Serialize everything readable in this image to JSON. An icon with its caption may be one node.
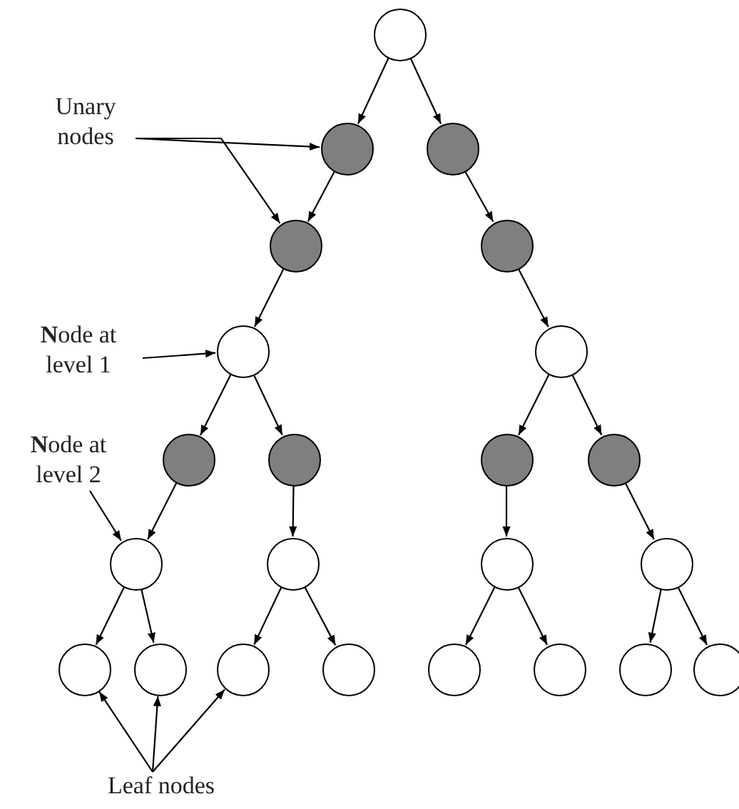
{
  "diagram": {
    "nodes": [
      {
        "text": [],
        "shape": "circle"
      },
      {
        "text": [],
        "shape": "circle"
      },
      {
        "text": [],
        "shape": "circle"
      },
      {
        "text": [],
        "shape": "circle"
      },
      {
        "text": [],
        "shape": "circle"
      },
      {
        "text": [],
        "shape": "circle"
      },
      {
        "text": [],
        "shape": "circle"
      },
      {
        "text": [],
        "shape": "circle"
      },
      {
        "text": [],
        "shape": "circle"
      },
      {
        "text": [],
        "shape": "circle"
      },
      {
        "text": [],
        "shape": "circle"
      },
      {
        "text": [],
        "shape": "circle"
      },
      {
        "text": [],
        "shape": "circle"
      },
      {
        "text": [],
        "shape": "circle"
      },
      {
        "text": [],
        "shape": "circle"
      },
      {
        "text": [],
        "shape": "circle"
      },
      {
        "text": [],
        "shape": "circle"
      },
      {
        "text": [],
        "shape": "circle"
      },
      {
        "text": [],
        "shape": "circle"
      },
      {
        "text": [],
        "shape": "circle"
      },
      {
        "text": [],
        "shape": "circle"
      },
      {
        "text": [],
        "shape": "circle"
      },
      {
        "text": [],
        "shape": "circle"
      },
      {
        "text": [
          "Unary nodes"
        ]
      },
      {
        "text": [
          "**N**ode at level 1"
        ]
      },
      {
        "text": [
          "**N**ode at level 2"
        ]
      },
      {
        "text": [
          "Leaf nodes"
        ]
      }
    ],
    "edges": [
      {
        "from": 0,
        "to": 1,
        "arrow": "to"
      },
      {
        "from": 0,
        "to": 2,
        "arrow": "to"
      },
      {
        "from": 1,
        "to": 3,
        "arrow": "to"
      },
      {
        "from": 2,
        "to": 4,
        "arrow": "to"
      },
      {
        "from": 3,
        "to": 5,
        "arrow": "to"
      },
      {
        "from": 4,
        "to": 6,
        "arrow": "to"
      },
      {
        "from": 5,
        "to": 7,
        "arrow": "to"
      },
      {
        "from": 5,
        "to": 8,
        "arrow": "to"
      },
      {
        "from": 6,
        "to": 9,
        "arrow": "to"
      },
      {
        "from": 6,
        "to": 10,
        "arrow": "to"
      },
      {
        "from": 7,
        "to": 11,
        "arrow": "to"
      },
      {
        "from": 8,
        "to": 12,
        "arrow": "to"
      },
      {
        "from": 9,
        "to": 13,
        "arrow": "to"
      },
      {
        "from": 10,
        "to": 14,
        "arrow": "to"
      },
      {
        "from": 11,
        "to": 15,
        "arrow": "to"
      },
      {
        "from": 11,
        "to": 16,
        "arrow": "to"
      },
      {
        "from": 12,
        "to": 17,
        "arrow": "to"
      },
      {
        "from": 12,
        "to": 18,
        "arrow": "to"
      },
      {
        "from": 13,
        "to": 19,
        "arrow": "to"
      },
      {
        "from": 13,
        "to": 20,
        "arrow": "to"
      },
      {
        "from": 14,
        "to": 21,
        "arrow": "to"
      },
      {
        "from": 14,
        "to": 22,
        "arrow": "to"
      },
      {
        "from": 23,
        "to": 1,
        "arrow": "to"
      },
      {
        "from": 23,
        "to": 3,
        "arrow": "to"
      },
      {
        "from": 24,
        "to": 5,
        "arrow": "to"
      },
      {
        "from": 25,
        "to": 11,
        "arrow": "to"
      },
      {
        "from": 26,
        "to": 15,
        "arrow": "to"
      },
      {
        "from": 26,
        "to": 16,
        "arrow": "to"
      },
      {
        "from": 26,
        "to": 17,
        "arrow": "to"
      }
    ]
  }
}
